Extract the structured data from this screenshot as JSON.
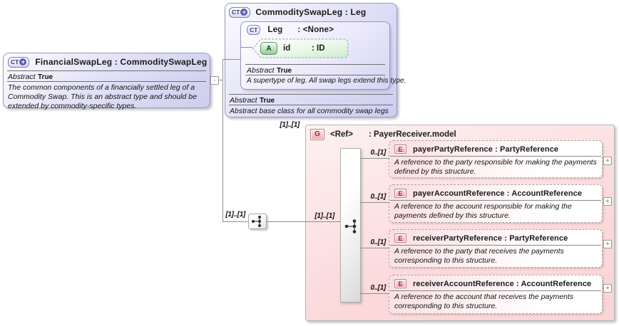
{
  "colors": {
    "lavender_accent": "#cecdee",
    "lavender_border": "#9898c4",
    "green_accent": "#93ce93",
    "pink_accent": "#fad4d6",
    "pink_icon": "#f1a3ab",
    "icon_purple": "#5b5bbe",
    "line_gray": "#8f8f8f"
  },
  "icons": {
    "ct": "CT",
    "plus": "+",
    "a": "A",
    "g": "G",
    "e": "E",
    "collapse": "-",
    "expand": "+"
  },
  "financial": {
    "title": "FinancialSwapLeg : CommoditySwapLeg",
    "abstract_label": "Abstract",
    "abstract_value": "True",
    "description": "The common components of a financially settled leg of a Commodity Swap. This is an abstract type and should be extended by commodity-specific types."
  },
  "commodity": {
    "title": "CommoditySwapLeg : Leg",
    "abstract_label": "Abstract",
    "abstract_value": "True",
    "description": "Abstract base class for all commodity swap legs"
  },
  "leg": {
    "name": "Leg",
    "type": ": <None>",
    "abstract_label": "Abstract",
    "abstract_value": "True",
    "description": "A supertype of leg. All swap legs extend this type.",
    "attribute": {
      "name": "id",
      "type": ": ID"
    }
  },
  "group": {
    "name": "<Ref>",
    "type": ": PayerReceiver.model",
    "cardinality": "[1]..[1]",
    "inner_cardinality": "[1]..[1]"
  },
  "sequence": {
    "cardinality": "[1]..[1]"
  },
  "elements": [
    {
      "title": "payerPartyReference : PartyReference",
      "cardinality": "0..[1]",
      "description": "A reference to the party responsible for making the payments defined by this structure."
    },
    {
      "title": "payerAccountReference : AccountReference",
      "cardinality": "0..[1]",
      "description": "A reference to the account responsible for making the payments defined by this structure."
    },
    {
      "title": "receiverPartyReference : PartyReference",
      "cardinality": "0..[1]",
      "description": "A reference to the party that receives the payments corresponding to this structure."
    },
    {
      "title": "receiverAccountReference : AccountReference",
      "cardinality": "0..[1]",
      "description": "A reference to the account that receives the payments corresponding to this structure."
    }
  ]
}
